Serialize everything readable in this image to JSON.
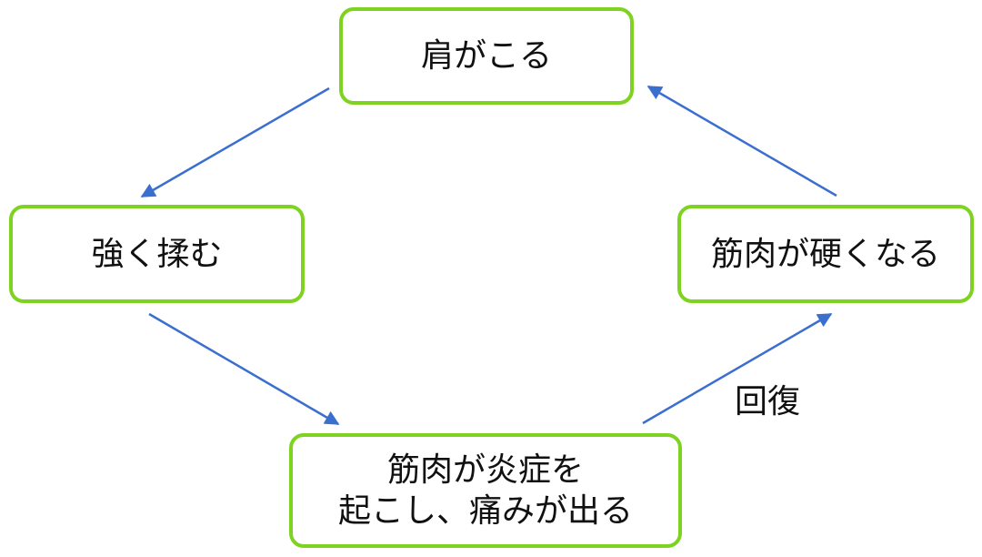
{
  "diagram": {
    "nodes": [
      {
        "id": "top",
        "label": "肩がこる"
      },
      {
        "id": "left",
        "label": "強く揉む"
      },
      {
        "id": "bottom",
        "label": "筋肉が炎症を\n起こし、痛みが出る"
      },
      {
        "id": "right",
        "label": "筋肉が硬くなる"
      }
    ],
    "edges": [
      {
        "from": "top",
        "to": "left"
      },
      {
        "from": "left",
        "to": "bottom"
      },
      {
        "from": "bottom",
        "to": "right",
        "label": "回復"
      },
      {
        "from": "right",
        "to": "top"
      }
    ],
    "colors": {
      "node_border": "#7ed321",
      "arrow": "#3a6fd0",
      "text": "#111111"
    }
  }
}
